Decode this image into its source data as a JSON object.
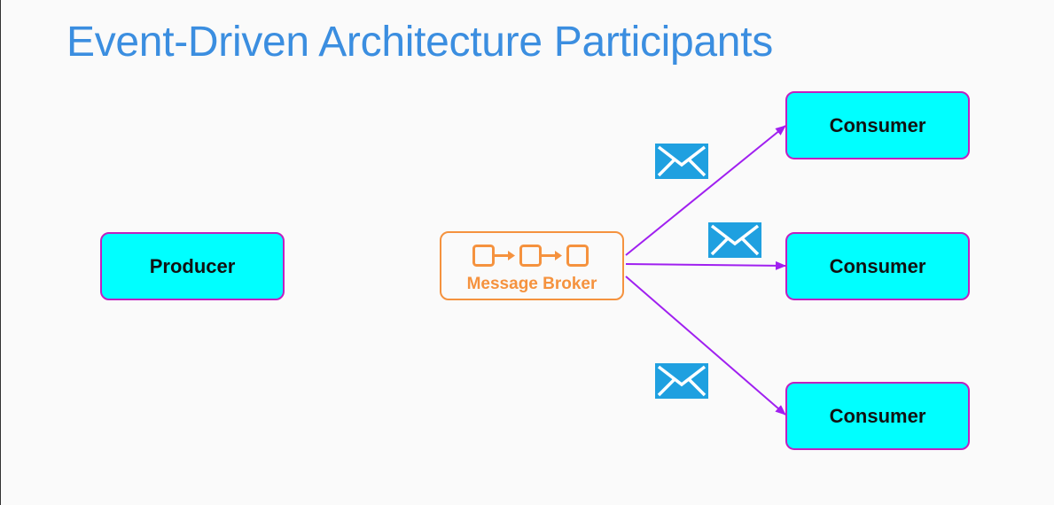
{
  "title": "Event-Driven Architecture Participants",
  "nodes": {
    "producer": "Producer",
    "broker": "Message Broker",
    "consumers": [
      "Consumer",
      "Consumer",
      "Consumer"
    ]
  },
  "icons": {
    "broker": "queue-icon",
    "message": "envelope-icon"
  },
  "colors": {
    "title": "#3b8ee0",
    "node_fill": "#00ffff",
    "node_border": "#c020c0",
    "broker_accent": "#f5923e",
    "arrow": "#a020f0",
    "envelope": "#1fa0e0"
  }
}
